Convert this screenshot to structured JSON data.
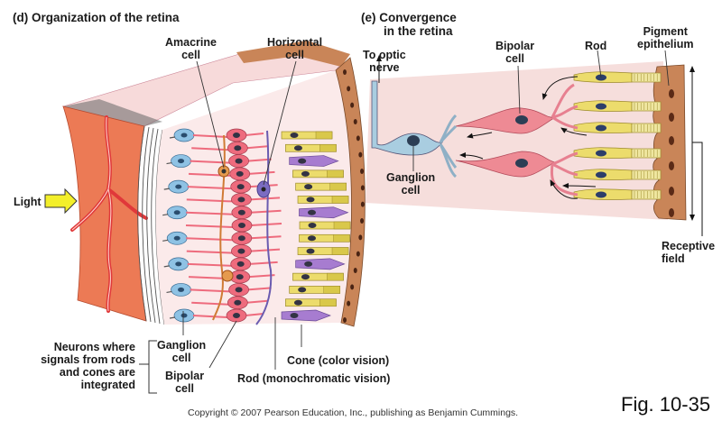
{
  "panel_d": {
    "title": "(d) Organization of the retina",
    "labels": {
      "amacrine": [
        "Amacrine",
        "cell"
      ],
      "horizontal": [
        "Horizontal",
        "cell"
      ],
      "light": "Light",
      "neurons_where": [
        "Neurons where",
        "signals from rods",
        "and cones are",
        "integrated"
      ],
      "ganglion": [
        "Ganglion",
        "cell"
      ],
      "bipolar": [
        "Bipolar",
        "cell"
      ],
      "cone": "Cone (color vision)",
      "rod": "Rod (monochromatic vision)"
    }
  },
  "panel_e": {
    "title": [
      "(e) Convergence",
      "in the retina"
    ],
    "labels": {
      "to_optic_nerve": [
        "To optic",
        "nerve"
      ],
      "bipolar": [
        "Bipolar",
        "cell"
      ],
      "rod": "Rod",
      "pigment": [
        "Pigment",
        "epithelium"
      ],
      "ganglion": [
        "Ganglion",
        "cell"
      ],
      "receptive_field": [
        "Receptive",
        "field"
      ]
    }
  },
  "colors": {
    "choroid": "#ec7a55",
    "vessel": "#e0383a",
    "tissue": "#f9e3e3",
    "ganglion": "#8ec2e4",
    "bipolar": "#ee6b7d",
    "rod": "#ecdc6c",
    "cone": "#a77cd0",
    "pigment": "#c98558",
    "amacrine": "#d07b35",
    "horizontal": "#6a5bb0",
    "light_arrow": "#f3ef2a"
  },
  "footer": {
    "copyright": "Copyright © 2007 Pearson Education, Inc., publishing as Benjamin Cummings.",
    "figure_number": "Fig. 10-35"
  }
}
